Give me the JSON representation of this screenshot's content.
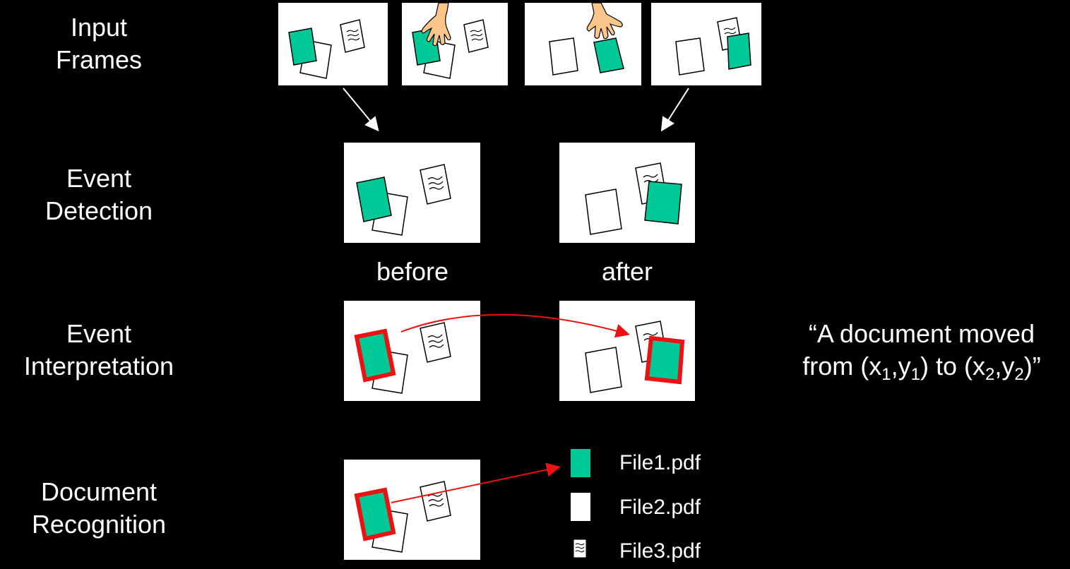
{
  "labels": {
    "input_frames": [
      "Input",
      "Frames"
    ],
    "event_detection": [
      "Event",
      "Detection"
    ],
    "event_interpretation": [
      "Event",
      "Interpretation"
    ],
    "document_recognition": [
      "Document",
      "Recognition"
    ]
  },
  "captions": {
    "before": "before",
    "after": "after"
  },
  "quote": {
    "line1": "“A document moved",
    "from": "from (x",
    "x1": "1",
    "c1": ",y",
    "y1": "1",
    "to": ") to (x",
    "x2": "2",
    "c2": ",y",
    "y2": "2",
    "end": ")”"
  },
  "files": [
    "File1.pdf",
    "File2.pdf",
    "File3.pdf"
  ],
  "colors": {
    "background": "#000000",
    "doc_green": "#00c896",
    "highlight_red": "#ee1111",
    "frame": "#ffffff"
  }
}
